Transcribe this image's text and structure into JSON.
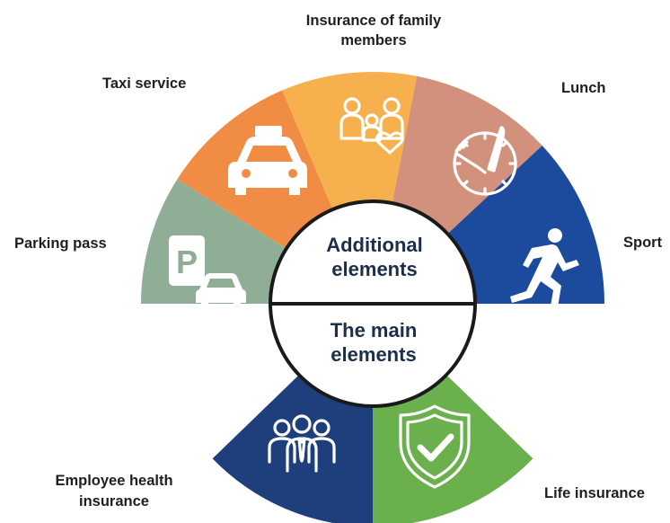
{
  "center": {
    "top_line1": "Additional",
    "top_line2": "elements",
    "bottom_line1": "The main",
    "bottom_line2": "elements"
  },
  "segments": {
    "parking": {
      "label": "Parking pass",
      "color": "#8fae95",
      "icon": "parking-car-icon"
    },
    "taxi": {
      "label": "Taxi service",
      "color": "#f08c44",
      "icon": "taxi-icon"
    },
    "family": {
      "label_line1": "Insurance of family",
      "label_line2": "members",
      "color": "#f6b04e",
      "icon": "family-icon"
    },
    "lunch": {
      "label": "Lunch",
      "color": "#d2917d",
      "icon": "clock-fork-icon"
    },
    "sport": {
      "label": "Sport",
      "color": "#1c4a9c",
      "icon": "runner-icon"
    },
    "health": {
      "label_line1": "Employee health",
      "label_line2": "insurance",
      "color": "#1f3f7c",
      "icon": "employees-group-icon"
    },
    "life": {
      "label": "Life insurance",
      "color": "#6ab04c",
      "icon": "shield-check-icon"
    }
  }
}
